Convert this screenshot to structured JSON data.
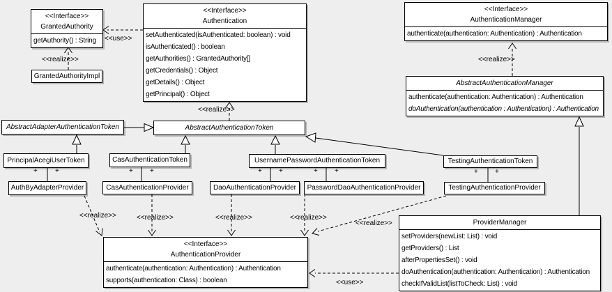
{
  "diagram": {
    "background": "#eeeeee",
    "colors": {
      "box_fill": "#ffffff",
      "border": "#000000",
      "shadow": "#b4b4b4"
    },
    "labels": {
      "realize": "<<realize>>",
      "use": "<<use>>",
      "plus": "+"
    },
    "classes": {
      "grantedAuthority": {
        "stereotype": "<<Interface>>",
        "name": "GrantedAuthority",
        "methods": [
          "getAuthority() : String"
        ]
      },
      "grantedAuthorityImpl": {
        "name": "GrantedAuthorityImpl"
      },
      "authentication": {
        "stereotype": "<<Interface>>",
        "name": "Authentication",
        "methods": [
          "setAuthenticated(isAuthenticated: boolean) : void",
          "isAuthenticated() : boolean",
          "getAuthorities() : GrantedAuthority[]",
          "getCredentials() : Object",
          "getDetails() : Object",
          "getPrincipal() : Object"
        ]
      },
      "authenticationManager": {
        "stereotype": "<<Interface>>",
        "name": "AuthenticationManager",
        "methods": [
          "authenticate(authentication: Authentication) : Authentication"
        ]
      },
      "abstractAuthenticationManager": {
        "name": "AbstractAuthenticationManager",
        "methods": [
          "authenticate(authentication: Authentication) : Authentication",
          "doAuthentication(authentication : Authentication) : Authentication"
        ]
      },
      "abstractAdapterAuthenticationToken": {
        "name": "AbstractAdapterAuthenticationToken"
      },
      "abstractAuthenticationToken": {
        "name": "AbstractAuthenticationToken"
      },
      "principalAcegiUserToken": {
        "name": "PrincipalAcegiUserToken"
      },
      "casAuthenticationToken": {
        "name": "CasAuthenticationToken"
      },
      "usernamePasswordAuthenticationToken": {
        "name": "UsernamePasswordAuthenticationToken"
      },
      "testingAuthenticationToken": {
        "name": "TestingAuthenticationToken"
      },
      "authByAdapterProvider": {
        "name": "AuthByAdapterProvider"
      },
      "casAuthenticationProvider": {
        "name": "CasAuthenticationProvider"
      },
      "daoAuthenticationProvider": {
        "name": "DaoAuthenticationProvider"
      },
      "passwordDaoAuthenticationProvider": {
        "name": "PasswordDaoAuthenticationProvider"
      },
      "testingAuthenticationProvider": {
        "name": "TestingAuthenticationProvider"
      },
      "providerManager": {
        "name": "ProviderManager",
        "methods": [
          "setProviders(newList: List) : void",
          "getProviders() : List",
          "afterPropertiesSet() : void",
          "doAuthentication(authentication: Authentication) : Authentication",
          "checkIfValidList(listToCheck: List) : void"
        ]
      },
      "authenticationProvider": {
        "stereotype": "<<Interface>>",
        "name": "AuthenticationProvider",
        "methods": [
          "authenticate(authentication: Authentication) : Authentication",
          "supports(authentication: Class) : boolean"
        ]
      }
    }
  }
}
